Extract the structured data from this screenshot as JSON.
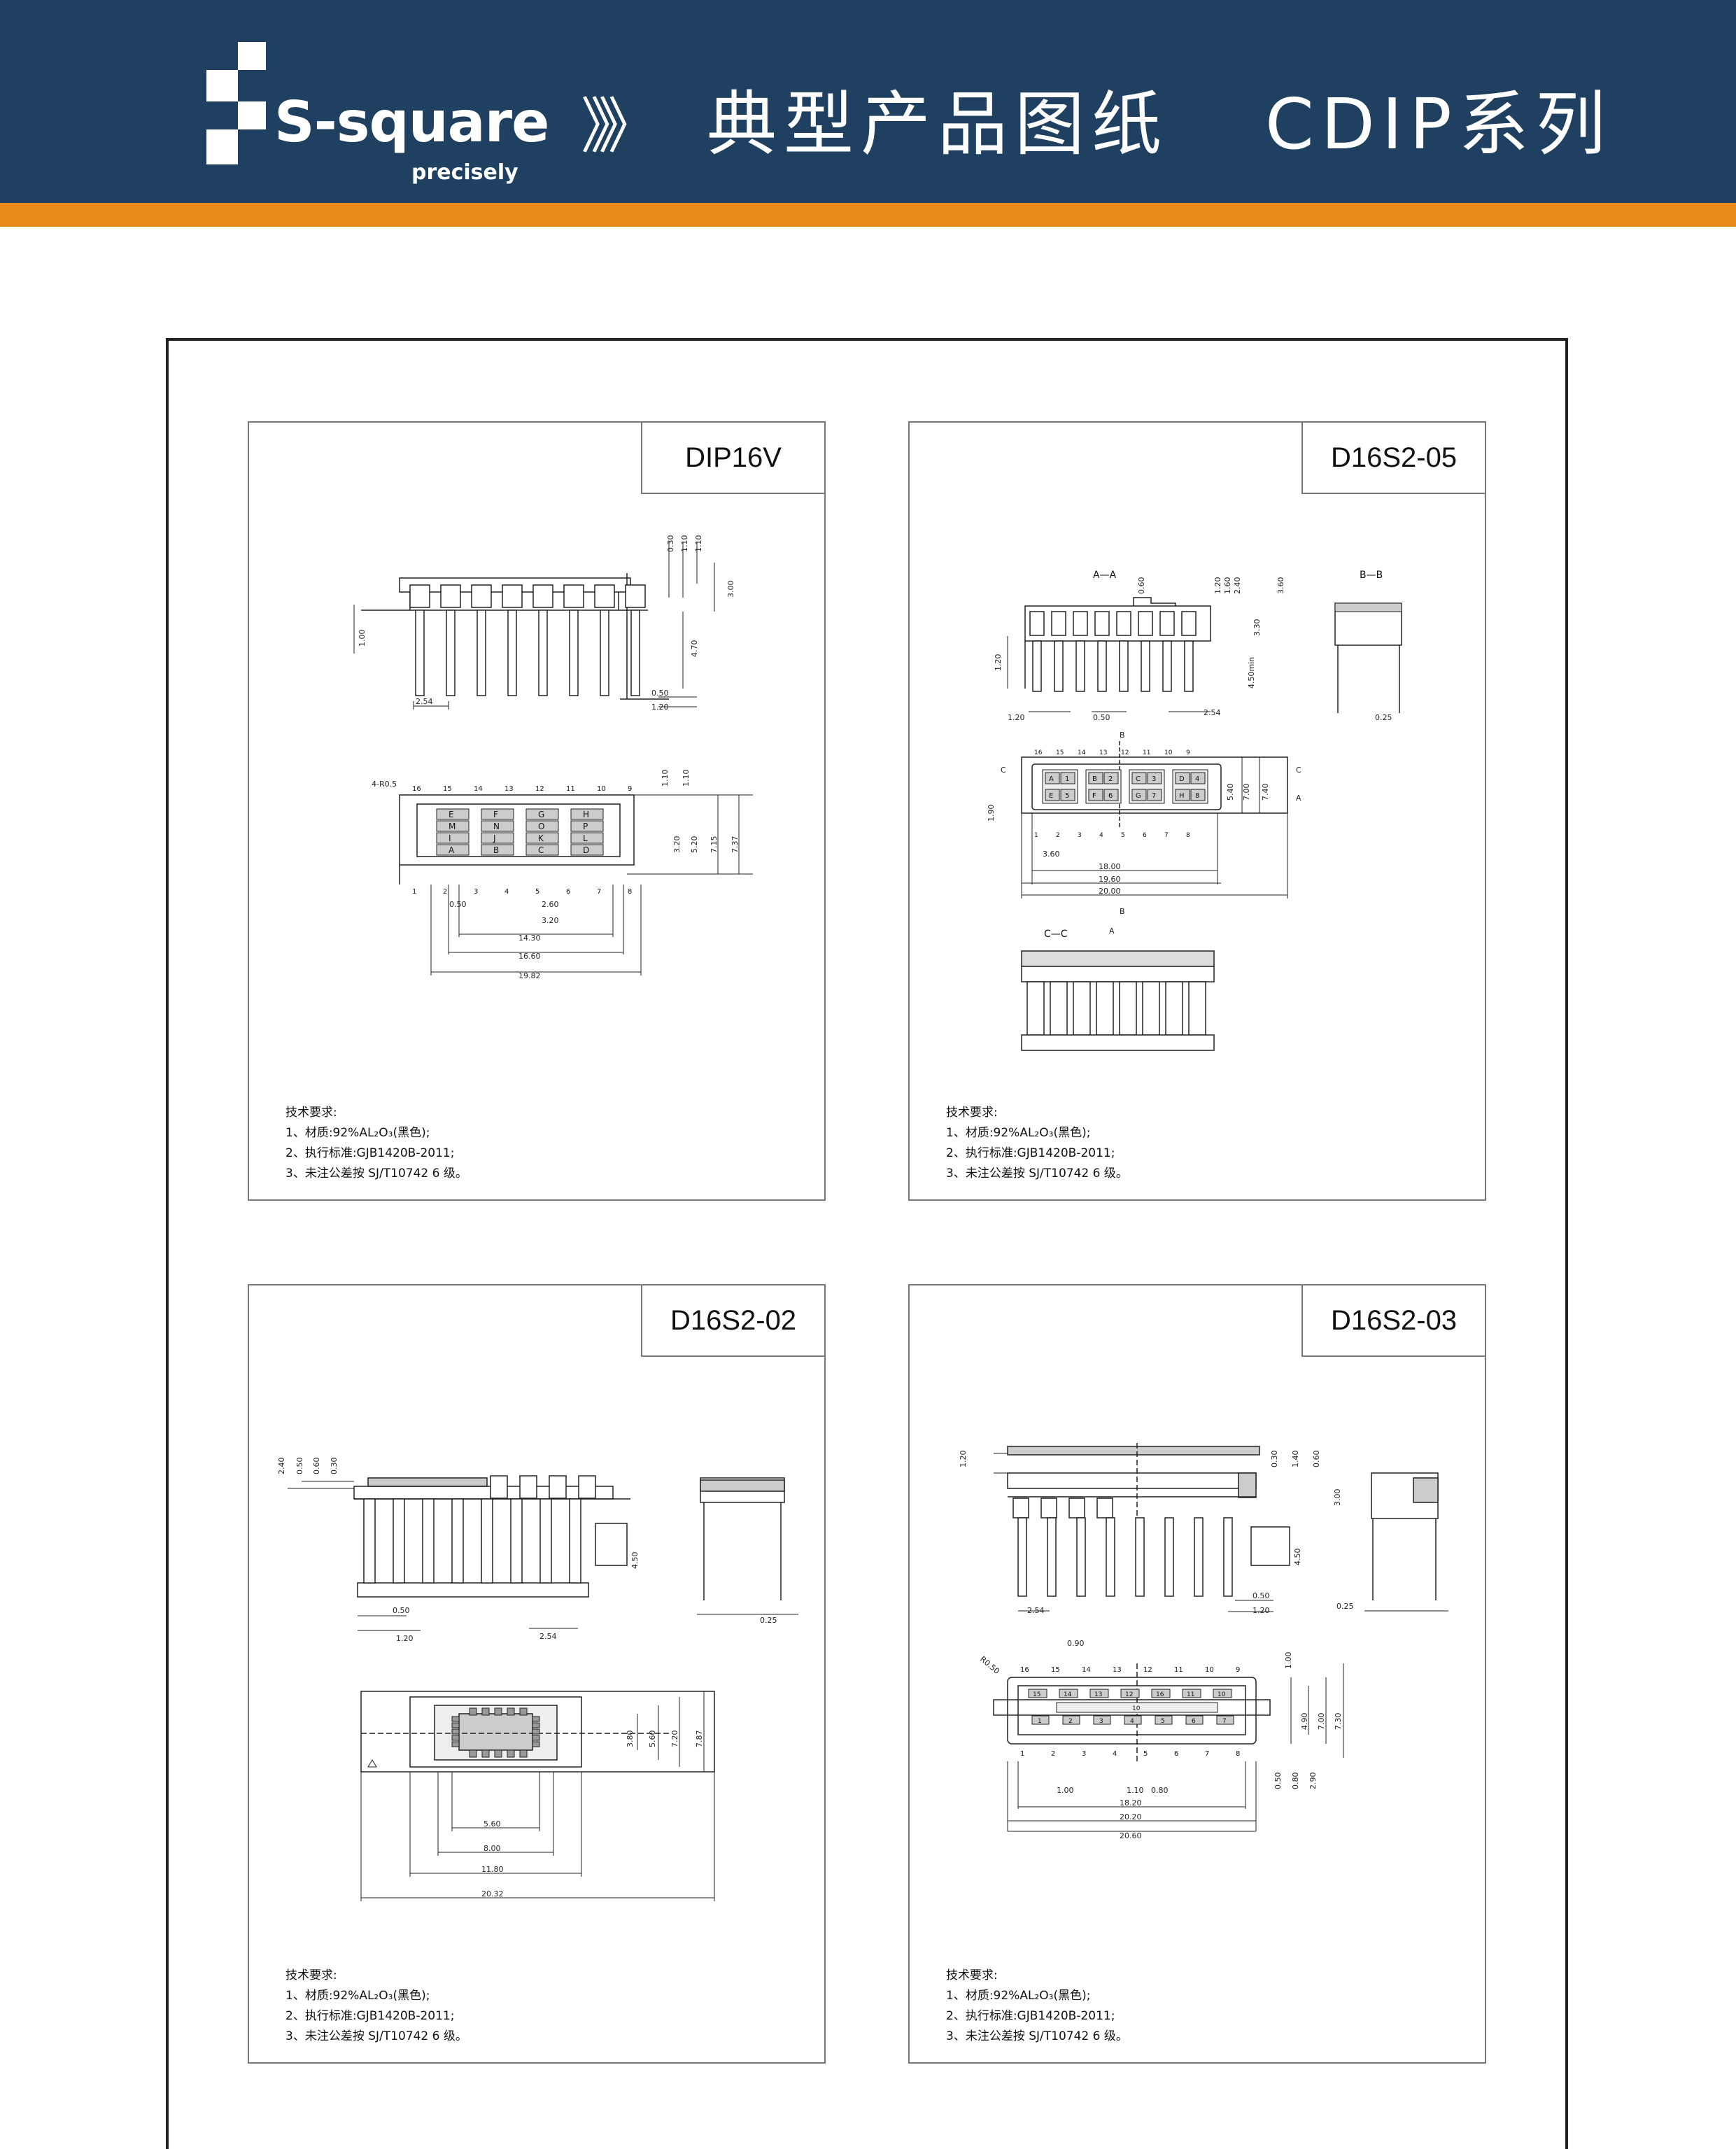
{
  "header": {
    "brand": "S-square",
    "tagline": "precisely",
    "chevrons": "》》",
    "title": "典型产品图纸",
    "series": "CDIP系列",
    "colors": {
      "background": "#1f4060",
      "stripe": "#e88a1b",
      "text": "#ffffff"
    }
  },
  "notes": {
    "heading": "技术要求:",
    "line1": "1、材质:92%AL₂O₃(黑色);",
    "line2": "2、执行标准:GJB1420B-2011;",
    "line3": "3、未注公差按 SJ/T10742 6 级。"
  },
  "panels": [
    {
      "label": "DIP16V",
      "dims": [
        "0.30",
        "1.10",
        "1.10",
        "3.00",
        "1.00",
        "4.70",
        "0.50",
        "1.20",
        "2.54",
        "4-R0.5",
        "1.10",
        "1.10",
        "3.20",
        "5.20",
        "7.15",
        "7.37",
        "0.50",
        "2.60",
        "3.20",
        "14.30",
        "16.60",
        "19.82"
      ],
      "pins_top": [
        "16",
        "15",
        "14",
        "13",
        "12",
        "11",
        "10",
        "9"
      ],
      "pins_bottom": [
        "1",
        "2",
        "3",
        "4",
        "5",
        "6",
        "7",
        "8"
      ],
      "pads_row1": [
        "E",
        "F",
        "G",
        "H"
      ],
      "pads_row2": [
        "M",
        "N",
        "O",
        "P"
      ],
      "pads_row3": [
        "I",
        "J",
        "K",
        "L"
      ],
      "pads_row4": [
        "A",
        "B",
        "C",
        "D"
      ]
    },
    {
      "label": "D16S2-05",
      "sections": [
        "A—A",
        "B—B",
        "C—C"
      ],
      "markers": [
        "B",
        "C",
        "C",
        "A",
        "B",
        "A"
      ],
      "dims": [
        "0.60",
        "1.20",
        "1.60",
        "2.40",
        "3.60",
        "3.30",
        "1.20",
        "4.50min",
        "1.20",
        "0.50",
        "2.54",
        "0.25",
        "1.90",
        "5.40",
        "7.00",
        "7.40",
        "3.60",
        "18.00",
        "19.60",
        "20.00"
      ],
      "pins_top": [
        "16",
        "15",
        "14",
        "13",
        "12",
        "11",
        "10",
        "9"
      ],
      "pins_bottom": [
        "1",
        "2",
        "3",
        "4",
        "5",
        "6",
        "7",
        "8"
      ],
      "pads_top": [
        "A",
        "1",
        "B",
        "2",
        "C",
        "3",
        "D",
        "4"
      ],
      "pads_bottom": [
        "E",
        "5",
        "F",
        "6",
        "G",
        "7",
        "H",
        "8"
      ]
    },
    {
      "label": "D16S2-02",
      "dims": [
        "2.40",
        "0.50",
        "0.60",
        "0.30",
        "4.50",
        "0.50",
        "1.20",
        "2.54",
        "0.25",
        "3.80",
        "5.60",
        "7.20",
        "7.87",
        "5.60",
        "8.00",
        "11.80",
        "20.32"
      ]
    },
    {
      "label": "D16S2-03",
      "dims": [
        "1.20",
        "0.30",
        "1.40",
        "0.60",
        "3.00",
        "4.50",
        "0.50",
        "1.20",
        "2.54",
        "0.25",
        "0.90",
        "R0.50",
        "1.00",
        "4.90",
        "7.00",
        "7.30",
        "1.00",
        "1.10",
        "0.80",
        "0.50",
        "0.80",
        "2.90",
        "18.20",
        "20.20",
        "20.60"
      ],
      "pins_top": [
        "16",
        "15",
        "14",
        "13",
        "12",
        "11",
        "10",
        "9"
      ],
      "pins_bottom": [
        "1",
        "2",
        "3",
        "4",
        "5",
        "6",
        "7",
        "8"
      ],
      "pads_top": [
        "15",
        "14",
        "13",
        "12",
        "16",
        "11",
        "10"
      ],
      "pads_mid": [
        "10"
      ],
      "pads_lower": [
        "1",
        "2",
        "3",
        "4",
        "5",
        "6",
        "7"
      ]
    }
  ]
}
